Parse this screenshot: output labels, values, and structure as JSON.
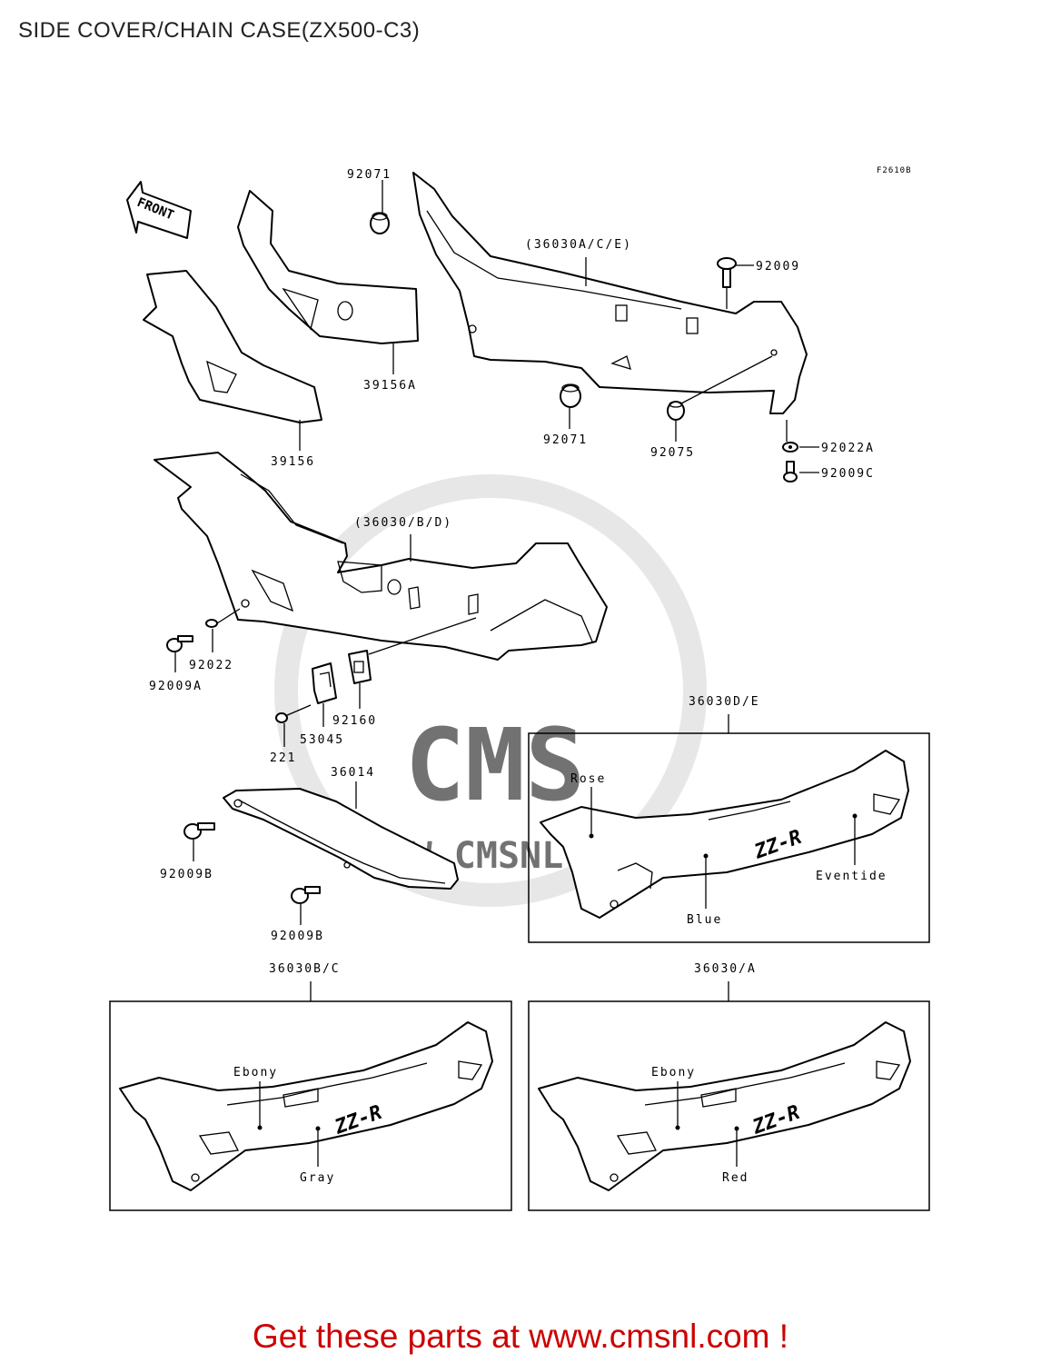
{
  "title": "SIDE COVER/CHAIN CASE(ZX500-C3)",
  "figure_code": "F2610B",
  "front_arrow_text": "FRONT",
  "watermark": {
    "brand": "CMS",
    "url": "WWW.CMSNL.COM"
  },
  "labels": {
    "p92071_top": "92071",
    "p36030ace": "(36030A/C/E)",
    "p92009": "92009",
    "p39156a": "39156A",
    "p39156": "39156",
    "p92071_bottom": "92071",
    "p92075": "92075",
    "p92022a": "92022A",
    "p92009c": "92009C",
    "p36030bd": "(36030/B/D)",
    "p92022": "92022",
    "p92009a": "92009A",
    "p92160": "92160",
    "p53045": "53045",
    "p221": "221",
    "p36014": "36014",
    "p92009b_left": "92009B",
    "p92009b_bottom": "92009B"
  },
  "insets": [
    {
      "code": "36030D/E",
      "colors": [
        "Rose",
        "Blue",
        "Eventide"
      ]
    },
    {
      "code": "36030B/C",
      "colors": [
        "Ebony",
        "Gray"
      ]
    },
    {
      "code": "36030/A",
      "colors": [
        "Ebony",
        "Red"
      ]
    }
  ],
  "decal_text": "ZZ-R",
  "footer": "Get these parts at www.cmsnl.com !"
}
